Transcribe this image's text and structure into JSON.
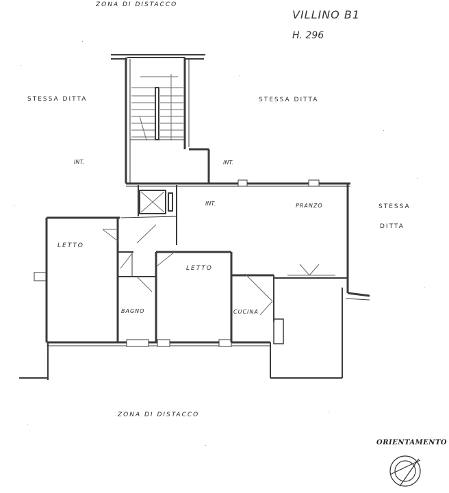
{
  "header": {
    "title": "VILLINO B1",
    "height_label": "H. 296"
  },
  "zones": {
    "top": "ZONA   DI   DISTACCO",
    "bottom": "ZONA   DI   DISTACCO",
    "stessa_ditta_left": "STESSA  DITTA",
    "stessa_ditta_top": "STESSA  DITTA",
    "stessa_ditta_right_1": "STESSA",
    "stessa_ditta_right_2": "DITTA"
  },
  "rooms": {
    "int_left": "INT.",
    "int_mid": "INT.",
    "int_center": "INT.",
    "pranzo": "PRANZO",
    "letto_left": "LETTO",
    "letto_center": "LETTO",
    "bagno": "BAGNO",
    "cucina": "CUCINA"
  },
  "compass": {
    "label": "ORIENTAMENTO"
  },
  "colors": {
    "background": "#ffffff",
    "line": "#3a3a3a",
    "text": "#2a2a2a"
  }
}
